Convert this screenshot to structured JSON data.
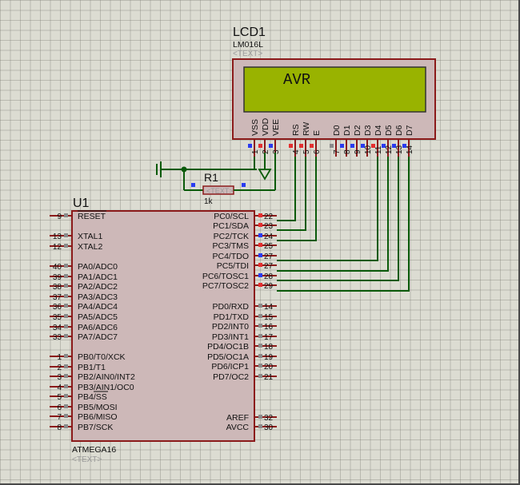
{
  "lcd": {
    "ref": "LCD1",
    "model": "LM016L",
    "text_placeholder": "<TEXT>",
    "display_text": "AVR",
    "pins": [
      {
        "name": "VSS",
        "num": "1"
      },
      {
        "name": "VDD",
        "num": "2"
      },
      {
        "name": "VEE",
        "num": "3"
      },
      {
        "name": "RS",
        "num": "4"
      },
      {
        "name": "RW",
        "num": "5"
      },
      {
        "name": "E",
        "num": "6"
      },
      {
        "name": "D0",
        "num": "7"
      },
      {
        "name": "D1",
        "num": "8"
      },
      {
        "name": "D2",
        "num": "9"
      },
      {
        "name": "D3",
        "num": "10"
      },
      {
        "name": "D4",
        "num": "11"
      },
      {
        "name": "D5",
        "num": "12"
      },
      {
        "name": "D6",
        "num": "13"
      },
      {
        "name": "D7",
        "num": "14"
      }
    ]
  },
  "resistor": {
    "ref": "R1",
    "value": "1k",
    "text_placeholder": "<TEXT>"
  },
  "mcu": {
    "ref": "U1",
    "part": "ATMEGA16",
    "text_placeholder": "<TEXT>",
    "left_pins": [
      {
        "name": "RESET",
        "num": "9",
        "overline": true
      },
      {
        "name": "XTAL1",
        "num": "13"
      },
      {
        "name": "XTAL2",
        "num": "12"
      },
      {
        "name": "PA0/ADC0",
        "num": "40"
      },
      {
        "name": "PA1/ADC1",
        "num": "39"
      },
      {
        "name": "PA2/ADC2",
        "num": "38"
      },
      {
        "name": "PA3/ADC3",
        "num": "37"
      },
      {
        "name": "PA4/ADC4",
        "num": "36"
      },
      {
        "name": "PA5/ADC5",
        "num": "35"
      },
      {
        "name": "PA6/ADC6",
        "num": "34"
      },
      {
        "name": "PA7/ADC7",
        "num": "33"
      },
      {
        "name": "PB0/T0/XCK",
        "num": "1"
      },
      {
        "name": "PB1/T1",
        "num": "2"
      },
      {
        "name": "PB2/AIN0/INT2",
        "num": "3"
      },
      {
        "name": "PB3/AIN1/OC0",
        "num": "4"
      },
      {
        "name": "PB4/SS",
        "num": "5"
      },
      {
        "name": "PB5/MOSI",
        "num": "6"
      },
      {
        "name": "PB6/MISO",
        "num": "7"
      },
      {
        "name": "PB7/SCK",
        "num": "8"
      }
    ],
    "right_pins": [
      {
        "name": "PC0/SCL",
        "num": "22"
      },
      {
        "name": "PC1/SDA",
        "num": "23"
      },
      {
        "name": "PC2/TCK",
        "num": "24"
      },
      {
        "name": "PC3/TMS",
        "num": "25"
      },
      {
        "name": "PC4/TDO",
        "num": "27"
      },
      {
        "name": "PC5/TDI",
        "num": "27"
      },
      {
        "name": "PC6/TOSC1",
        "num": "28"
      },
      {
        "name": "PC7/TOSC2",
        "num": "29"
      },
      {
        "name": "PD0/RXD",
        "num": "14"
      },
      {
        "name": "PD1/TXD",
        "num": "15"
      },
      {
        "name": "PD2/INT0",
        "num": "16"
      },
      {
        "name": "PD3/INT1",
        "num": "17"
      },
      {
        "name": "PD4/OC1B",
        "num": "18"
      },
      {
        "name": "PD5/OC1A",
        "num": "19"
      },
      {
        "name": "PD6/ICP1",
        "num": "20"
      },
      {
        "name": "PD7/OC2",
        "num": "21"
      },
      {
        "name": "AREF",
        "num": "32"
      },
      {
        "name": "AVCC",
        "num": "30"
      }
    ]
  },
  "colors": {
    "component_fill": "#cdb8b8",
    "component_stroke": "#8b1a1a",
    "lcd_screen": "#99b300",
    "wire": "#0a5a0a",
    "pin_red": "#e53030",
    "pin_blue": "#2a3cf0",
    "pin_gray": "#8a8a8a",
    "label_text": "#111111",
    "placeholder_text": "#9a9a9a"
  }
}
